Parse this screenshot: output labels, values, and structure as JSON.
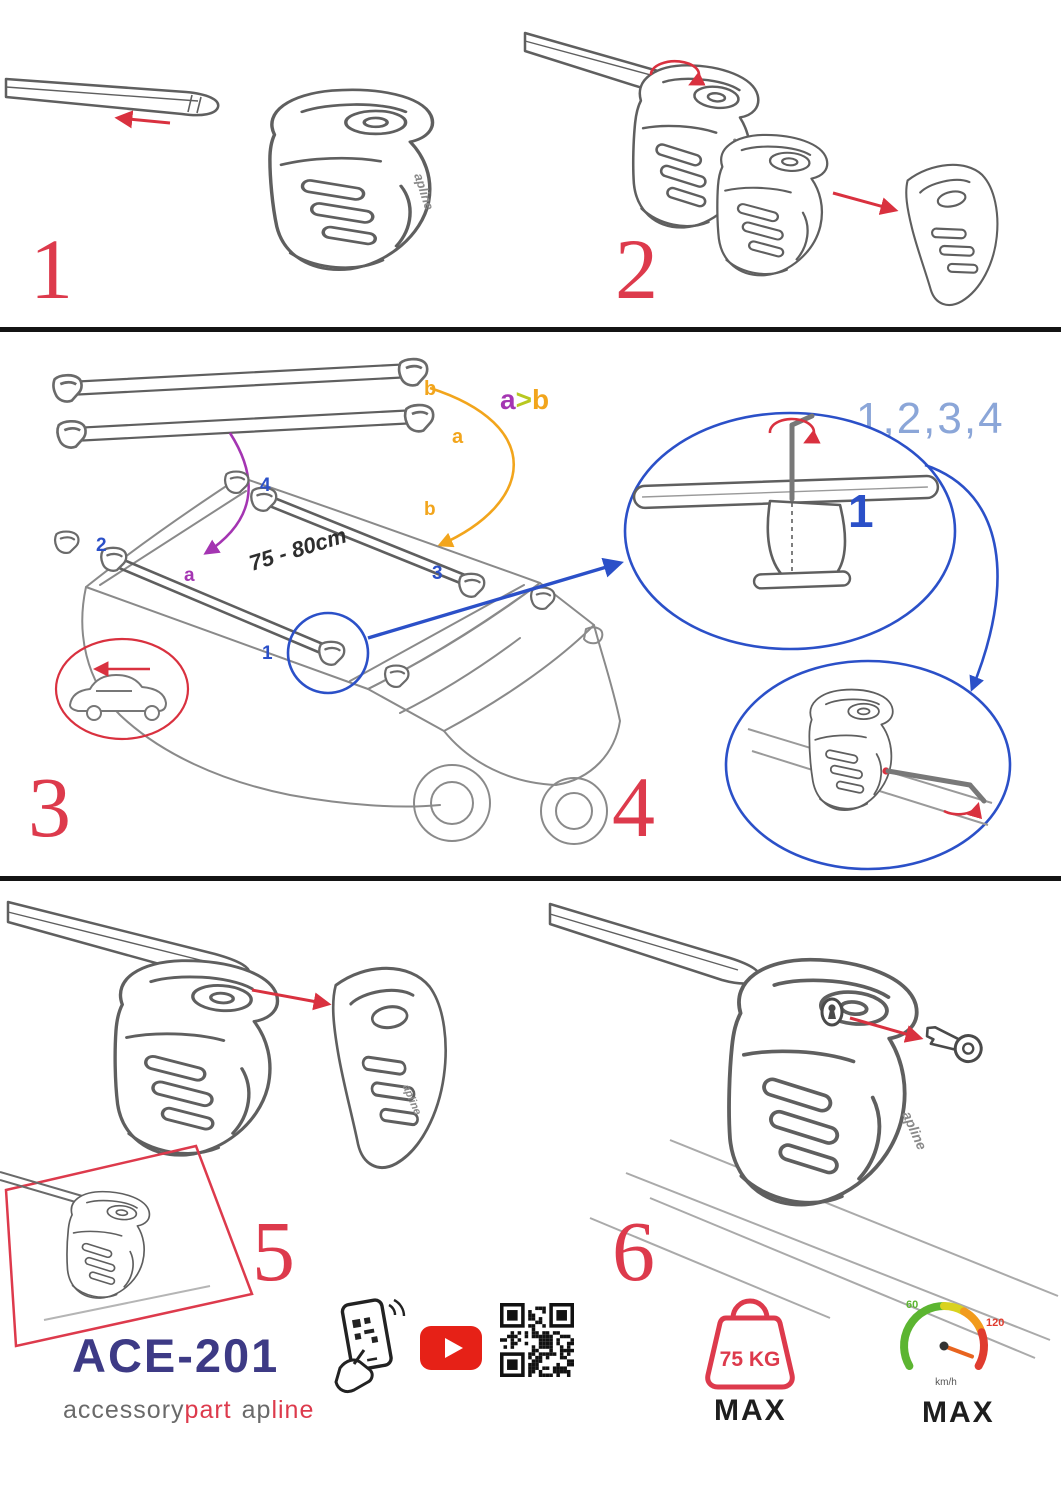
{
  "steps": {
    "n1": "1",
    "n2": "2",
    "n3": "3",
    "n4": "4",
    "n5": "5",
    "n6": "6"
  },
  "install": {
    "stack": {
      "top_label": "b",
      "bottom_label": "a"
    },
    "order_hint": {
      "a": "a",
      "gt": ">",
      "b": "b"
    },
    "sequence": "1,2,3,4",
    "span": "75 - 80cm",
    "roof": {
      "p1": "1",
      "p2": "2",
      "p3": "3",
      "p4": "4",
      "bar_a": "a",
      "bar_b": "b"
    },
    "detail_step": "1"
  },
  "branding": {
    "model": "ACE-201",
    "word1": "accessory",
    "word2": "part",
    "word3": "ap",
    "word4": "line",
    "foot_logo": "apline"
  },
  "badges": {
    "weight": {
      "value": "75 KG",
      "max": "MAX"
    },
    "speed": {
      "low": "60",
      "high": "120",
      "unit": "km/h",
      "max": "MAX"
    }
  },
  "colors": {
    "step_red": "#dd3a4c",
    "arrow_red": "#d9313f",
    "blue": "#2b50c8",
    "light_blue": "#8ba6d8",
    "purple": "#a435b2",
    "orange": "#f2a51c",
    "yellow_green": "#b8c820",
    "gauge_green": "#5cb531",
    "gauge_yellow": "#d9d21f",
    "gauge_orange": "#f29b1c",
    "gauge_red": "#e03c2f",
    "navy": "#3d3a85",
    "ink": "#5f5f5f"
  }
}
